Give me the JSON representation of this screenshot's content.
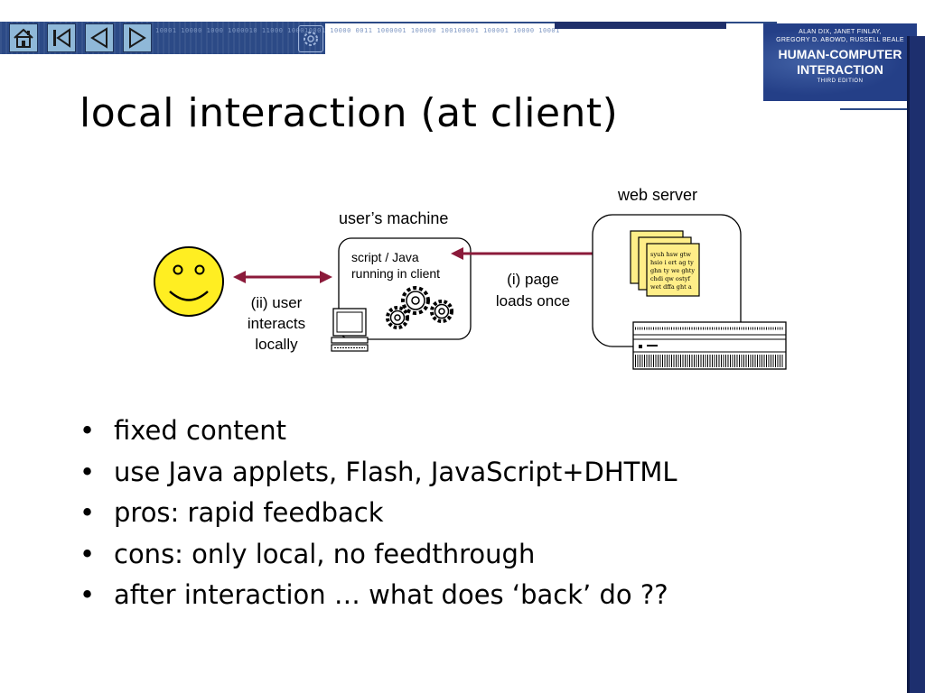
{
  "nav": {
    "buttons": [
      {
        "name": "home-button",
        "icon": "home-icon"
      },
      {
        "name": "first-slide-button",
        "icon": "first-icon"
      },
      {
        "name": "previous-slide-button",
        "icon": "previous-icon"
      },
      {
        "name": "next-slide-button",
        "icon": "next-icon"
      }
    ],
    "binary_text": "10001 10000 1000 1000010 11000 100010001 10000 0011 1000001 100000 100100001 100001 10000 10001"
  },
  "book": {
    "authors_line1": "ALAN DIX, JANET FINLAY,",
    "authors_line2": "GREGORY D. ABOWD, RUSSELL BEALE",
    "title_line1": "HUMAN-COMPUTER",
    "title_line2": "INTERACTION",
    "edition": "THIRD EDITION",
    "background": "#243f87"
  },
  "slide": {
    "title": "local interaction (at client)"
  },
  "diagram": {
    "web_server_label": "web server",
    "users_machine_label": "user’s machine",
    "script_label_line1": "script / Java",
    "script_label_line2": "running in client",
    "page_loads_line1": "(i)  page",
    "page_loads_line2": "loads once",
    "user_interacts_line1": "(ii) user",
    "user_interacts_line2": "interacts",
    "user_interacts_line3": "locally",
    "document_lines": [
      "syuh hsw gtw",
      "hsio i ert ag ty",
      "ghn ty we ghty",
      "chdi qw ostyf",
      "wet dffa ght a"
    ],
    "arrow_color": "#8b1a3a",
    "smiley_color": "#ffee22"
  },
  "bullets": [
    "fixed content",
    "use Java applets, Flash, JavaScript+DHTML",
    "pros:  rapid feedback",
    "cons:  only local, no feedthrough",
    "after interaction … what does ‘back’ do ??"
  ]
}
